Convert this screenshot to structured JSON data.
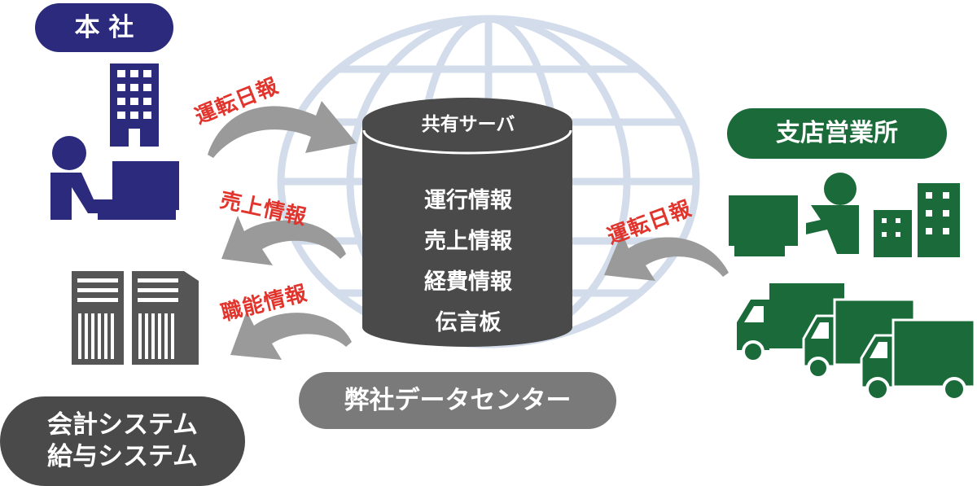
{
  "headquarters": {
    "label": "本 社"
  },
  "branch": {
    "label": "支店営業所"
  },
  "accounting": {
    "line1": "会計システム",
    "line2": "給与システム"
  },
  "datacenter": {
    "label": "弊社データセンター"
  },
  "server": {
    "title": "共有サーバ",
    "items": [
      "運行情報",
      "売上情報",
      "経費情報",
      "伝言板"
    ]
  },
  "flows": {
    "hq_to_server": "運転日報",
    "server_to_hq_sales": "売上情報",
    "server_to_accounting": "職能情報",
    "branch_to_server": "運転日報"
  },
  "colors": {
    "navy": "#2b2a7d",
    "green": "#1b6b3a",
    "dark_gray": "#4a4a4a",
    "mid_gray": "#7a7a7a",
    "arrow_gray": "#9a9a9a",
    "globe": "#d3dcea",
    "red": "#e0342c"
  }
}
